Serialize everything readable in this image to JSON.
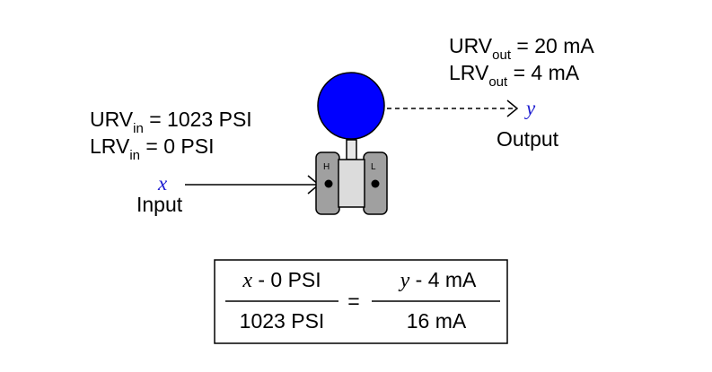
{
  "output_range": {
    "urv_base": "URV",
    "urv_sub": "out",
    "urv_value": " = 20 mA",
    "lrv_base": "LRV",
    "lrv_sub": "out",
    "lrv_value": " = 4 mA"
  },
  "input_range": {
    "urv_base": "URV",
    "urv_sub": "in",
    "urv_value": " = 1023 PSI",
    "lrv_base": "LRV",
    "lrv_sub": "in",
    "lrv_value": " = 0 PSI"
  },
  "input": {
    "var": "x",
    "label": "Input"
  },
  "output": {
    "var": "y",
    "label": "Output"
  },
  "transmitter": {
    "high_port": "H",
    "low_port": "L",
    "head_color": "#0000ff",
    "body_color": "#dcdcdc",
    "flange_color": "#a0a0a0"
  },
  "equation": {
    "left_num_var": "x",
    "left_num_rest": " - 0 PSI",
    "left_den": "1023 PSI",
    "equals": "=",
    "right_num_var": "y",
    "right_num_rest": " - 4 mA",
    "right_den": "16 mA"
  }
}
